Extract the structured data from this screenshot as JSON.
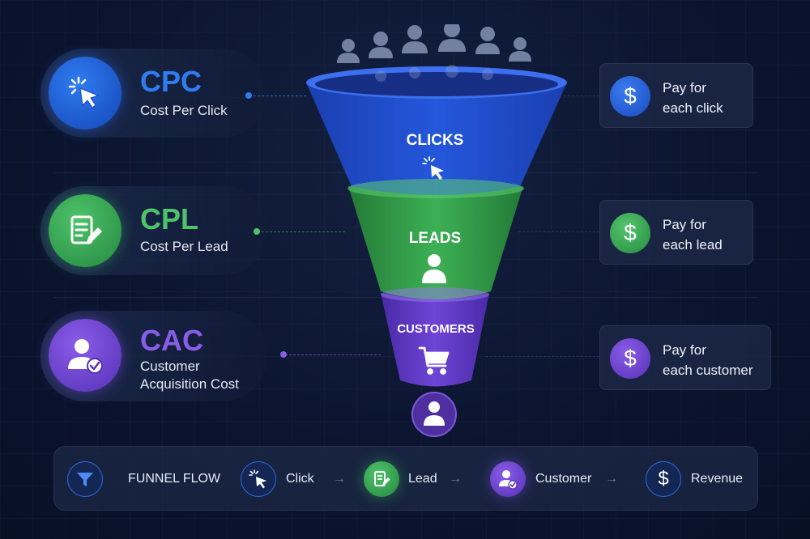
{
  "metrics": [
    {
      "abbr": "CPC",
      "full_line1": "Cost Per Click",
      "full_line2": "",
      "color": "#2f7cf0"
    },
    {
      "abbr": "CPL",
      "full_line1": "Cost Per Lead",
      "full_line2": "",
      "color": "#4fc36a"
    },
    {
      "abbr": "CAC",
      "full_line1": "Customer",
      "full_line2": "Acquisition Cost",
      "color": "#8a5ce8"
    }
  ],
  "funnel": {
    "stages": [
      {
        "label": "CLICKS",
        "icon": "cursor-click-icon",
        "color": "#1f4fd0"
      },
      {
        "label": "LEADS",
        "icon": "person-icon",
        "color": "#3aa54e"
      },
      {
        "label": "CUSTOMERS",
        "icon": "shopping-cart-icon",
        "color": "#6a3fcf"
      }
    ],
    "audience_icon": "people-crowd-icon",
    "end_icon": "person-icon"
  },
  "pay_cards": [
    {
      "line1": "Pay for",
      "line2": "each click",
      "icon": "dollar-icon",
      "color": "#2364e0"
    },
    {
      "line1": "Pay for",
      "line2": "each lead",
      "icon": "dollar-icon",
      "color": "#3fae57"
    },
    {
      "line1": "Pay for",
      "line2": "each customer",
      "icon": "dollar-icon",
      "color": "#7448d8"
    }
  ],
  "flow": {
    "title": "FUNNEL FLOW",
    "arrow": "→",
    "steps": [
      {
        "label": "Click",
        "icon": "cursor-click-icon"
      },
      {
        "label": "Lead",
        "icon": "document-edit-icon"
      },
      {
        "label": "Customer",
        "icon": "user-check-icon"
      },
      {
        "label": "Revenue",
        "icon": "dollar-icon"
      }
    ]
  },
  "symbols": {
    "dollar": "$"
  }
}
